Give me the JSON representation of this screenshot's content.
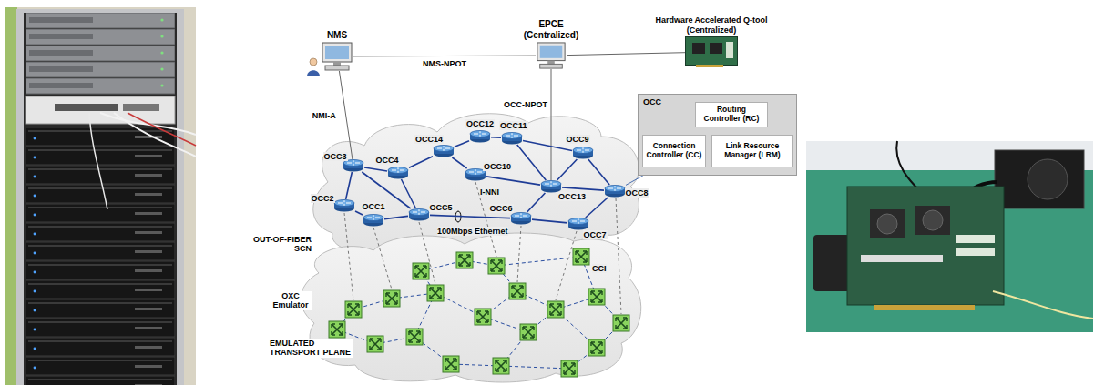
{
  "diagram": {
    "nodes": [
      {
        "text": [
          "NMS"
        ]
      },
      {
        "text": [
          "EPCE (Centralized)"
        ]
      },
      {
        "text": [
          "Hardware Accelerated Q-tool (Centralized)"
        ]
      },
      {
        "text": [
          "OCC"
        ]
      },
      {
        "text": [
          "Routing Controller (RC)"
        ],
        "in": 3
      },
      {
        "text": [
          "Connection Controller (CC)"
        ],
        "in": 3
      },
      {
        "text": [
          "Link Resource Manager (LRM)"
        ],
        "in": 3
      },
      {
        "text": [
          "OCC12"
        ]
      },
      {
        "text": [
          "OCC11"
        ]
      },
      {
        "text": [
          "OCC14"
        ]
      },
      {
        "text": [
          "OCC9"
        ]
      },
      {
        "text": [
          "OCC3"
        ]
      },
      {
        "text": [
          "OCC4"
        ]
      },
      {
        "text": [
          "OCC10"
        ]
      },
      {
        "text": [
          "OCC13"
        ]
      },
      {
        "text": [
          "OCC8"
        ]
      },
      {
        "text": [
          "OCC2"
        ]
      },
      {
        "text": [
          "OCC1"
        ]
      },
      {
        "text": [
          "OCC5"
        ]
      },
      {
        "text": [
          "OCC6"
        ]
      },
      {
        "text": [
          "OCC7"
        ]
      }
    ],
    "edges": [
      {
        "from": 0,
        "to": 1,
        "arrow": "none",
        "label": "NMS-NPOT"
      },
      {
        "from": 1,
        "to": 2,
        "arrow": "none"
      },
      {
        "from": 0,
        "to": 11,
        "arrow": "none",
        "label": "NMI-A"
      },
      {
        "from": 1,
        "to": 14,
        "arrow": "none",
        "label": "OCC-NPOT"
      },
      {
        "from": 15,
        "to": 3,
        "arrow": "none"
      },
      {
        "from": 11,
        "to": 12,
        "arrow": "none"
      },
      {
        "from": 11,
        "to": 16,
        "arrow": "none"
      },
      {
        "from": 16,
        "to": 17,
        "arrow": "none"
      },
      {
        "from": 17,
        "to": 18,
        "arrow": "none"
      },
      {
        "from": 12,
        "to": 18,
        "arrow": "none"
      },
      {
        "from": 12,
        "to": 9,
        "arrow": "none"
      },
      {
        "from": 9,
        "to": 7,
        "arrow": "none"
      },
      {
        "from": 7,
        "to": 8,
        "arrow": "none"
      },
      {
        "from": 9,
        "to": 13,
        "arrow": "none"
      },
      {
        "from": 8,
        "to": 10,
        "arrow": "none"
      },
      {
        "from": 13,
        "to": 14,
        "arrow": "none"
      },
      {
        "from": 10,
        "to": 14,
        "arrow": "none"
      },
      {
        "from": 10,
        "to": 15,
        "arrow": "none"
      },
      {
        "from": 14,
        "to": 15,
        "arrow": "none"
      },
      {
        "from": 14,
        "to": 19,
        "arrow": "none"
      },
      {
        "from": 18,
        "to": 19,
        "arrow": "none"
      },
      {
        "from": 19,
        "to": 20,
        "arrow": "none"
      },
      {
        "from": 20,
        "to": 15,
        "arrow": "none"
      },
      {
        "from": 8,
        "to": 14,
        "arrow": "none"
      },
      {
        "from": 11,
        "to": 18,
        "arrow": "none"
      }
    ],
    "labels": [
      "I-NNI",
      "100Mbps Ethernet",
      "OUT-OF-FIBER SCN",
      "CCI",
      "OXC Emulator",
      "EMULATED TRANSPORT PLANE"
    ]
  }
}
